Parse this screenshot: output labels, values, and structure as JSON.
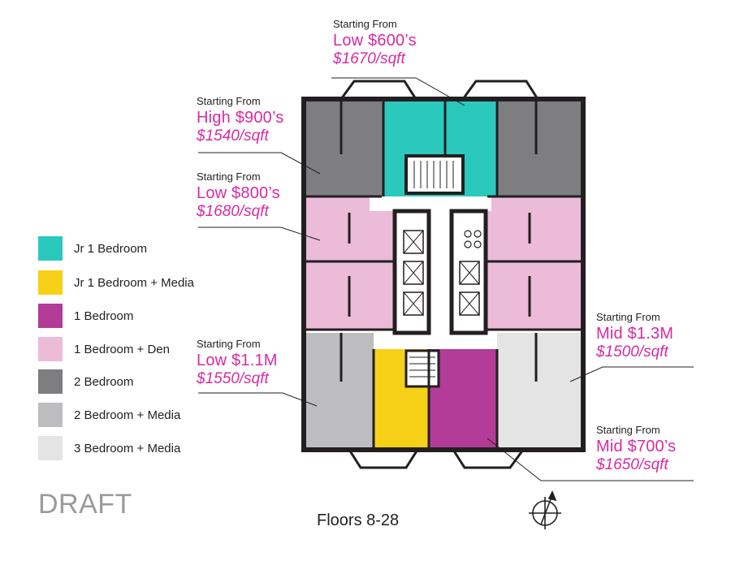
{
  "colors": {
    "jr1": "#2bc9bd",
    "jr1media": "#f7d117",
    "one_bed": "#b23c97",
    "one_bed_den": "#ebbbd8",
    "two_bed": "#7e7e80",
    "two_bed_media": "#bdbdbf",
    "three_bed_media": "#e4e4e5",
    "price": "#d62ba3",
    "draft": "#9a9a9a"
  },
  "legend": [
    {
      "label": "Jr 1 Bedroom",
      "color": "#2bc9bd"
    },
    {
      "label": "Jr 1 Bedroom + Media",
      "color": "#f7d117"
    },
    {
      "label": "1 Bedroom",
      "color": "#b23c97"
    },
    {
      "label": "1 Bedroom + Den",
      "color": "#ebbbd8"
    },
    {
      "label": "2 Bedroom",
      "color": "#7e7e80"
    },
    {
      "label": "2 Bedroom + Media",
      "color": "#bdbdbf"
    },
    {
      "label": "3 Bedroom + Media",
      "color": "#e4e4e5"
    }
  ],
  "callouts": [
    {
      "starting": "Starting From",
      "price": "Low $600’s",
      "psf": "$1670/sqft"
    },
    {
      "starting": "Starting From",
      "price": "High $900’s",
      "psf": "$1540/sqft"
    },
    {
      "starting": "Starting From",
      "price": "Low $800’s",
      "psf": "$1680/sqft"
    },
    {
      "starting": "Starting From",
      "price": "Low $1.1M",
      "psf": "$1550/sqft"
    },
    {
      "starting": "Starting From",
      "price": "Mid $1.3M",
      "psf": "$1500/sqft"
    },
    {
      "starting": "Starting From",
      "price": "Mid $700’s",
      "psf": "$1650/sqft"
    }
  ],
  "draft_label": "DRAFT",
  "floors_label": "Floors 8-28",
  "compass_icon": "north-arrow-icon"
}
